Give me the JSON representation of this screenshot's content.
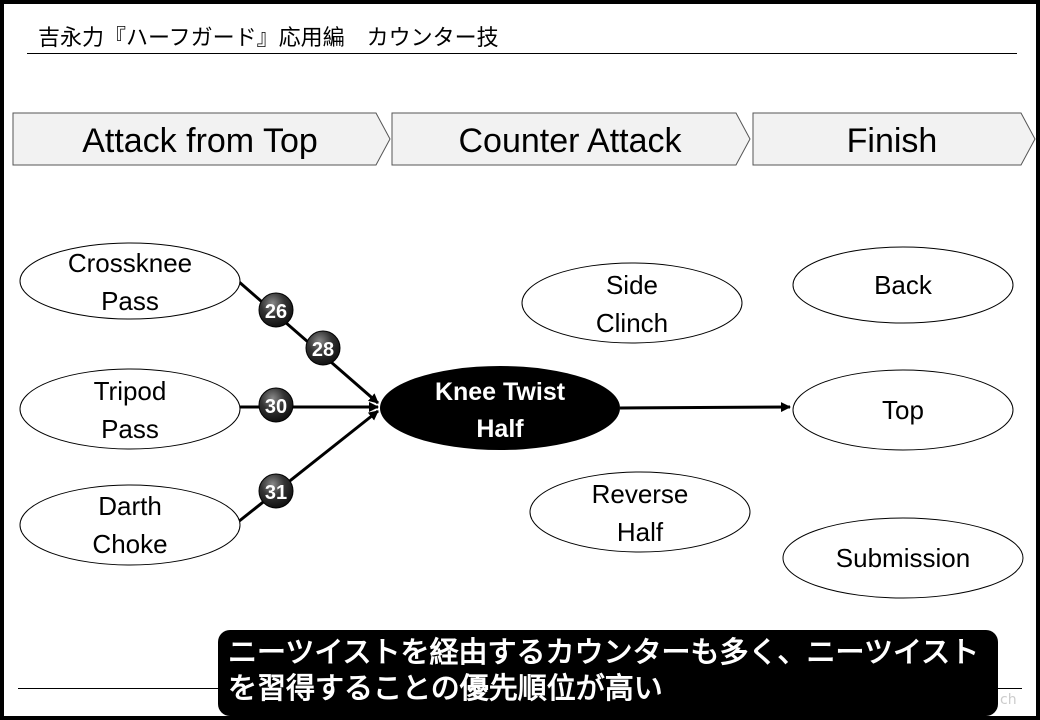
{
  "title": "吉永力『ハーフガード』応用編　カウンター技",
  "stages": [
    {
      "label": "Attack from Top"
    },
    {
      "label": "Counter Attack"
    },
    {
      "label": "Finish"
    }
  ],
  "attacks": [
    {
      "line1": "Crossknee",
      "line2": "Pass"
    },
    {
      "line1": "Tripod",
      "line2": "Pass"
    },
    {
      "line1": "Darth",
      "line2": "Choke"
    }
  ],
  "center": {
    "line1": "Knee Twist",
    "line2": "Half"
  },
  "counters": [
    {
      "line1": "Side",
      "line2": "Clinch"
    },
    {
      "line1": "Reverse",
      "line2": "Half"
    }
  ],
  "finishes": [
    {
      "label": "Back"
    },
    {
      "label": "Top"
    },
    {
      "label": "Submission"
    }
  ],
  "badges": [
    "26",
    "28",
    "30",
    "31"
  ],
  "callout": {
    "line1": "ニーツイストを経由するカウンターも多く、ニーツイスト",
    "line2": "を習得することの優先順位が高い"
  },
  "footer": "ch",
  "colors": {
    "chevron_fill": "#f2f2f2",
    "center_fill": "#000000",
    "badge": "#333333"
  }
}
